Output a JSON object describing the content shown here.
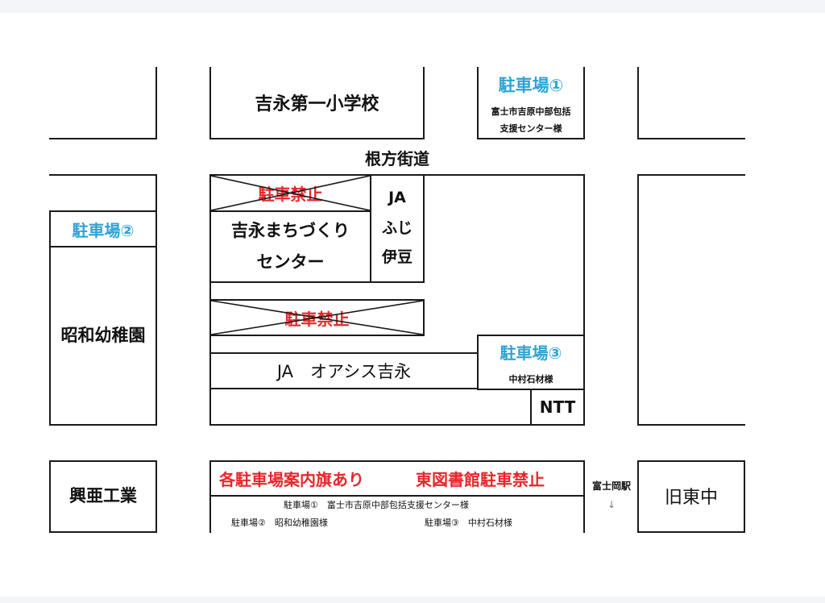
{
  "map": {
    "road_label": "根方街道",
    "school": "吉永第一小学校",
    "parking1": {
      "title": "駐車場①",
      "line1": "富士市吉原中部包括",
      "line2": "支援センター様"
    },
    "parking2": {
      "title": "駐車場②"
    },
    "parking3": {
      "title": "駐車場③",
      "sub": "中村石材様"
    },
    "no_parking": "駐車禁止",
    "machizukuri": {
      "line1": "吉永まちづくり",
      "line2": "センター"
    },
    "ja_fuji_izu": {
      "line1": "JA",
      "line2": "ふじ",
      "line3": "伊豆"
    },
    "kindergarten": "昭和幼稚園",
    "ja_oasis": "JA　オアシス吉永",
    "ntt": "NTT",
    "koa": "興亜工業",
    "kyu_higashi": "旧東中",
    "station": {
      "label": "富士岡駅",
      "arrow": "↓"
    },
    "notice": {
      "headline_left": "各駐車場案内旗あり",
      "headline_right": "東図書館駐車禁止",
      "row1": "駐車場①　富士市吉原中部包括支援センター様",
      "row2_left": "駐車場②　昭和幼稚園様",
      "row2_right": "駐車場③　中村石材様"
    },
    "colors": {
      "parking_blue": "#2ea3d6",
      "warning_red": "#e8262b",
      "line": "#1a1a1a"
    }
  }
}
